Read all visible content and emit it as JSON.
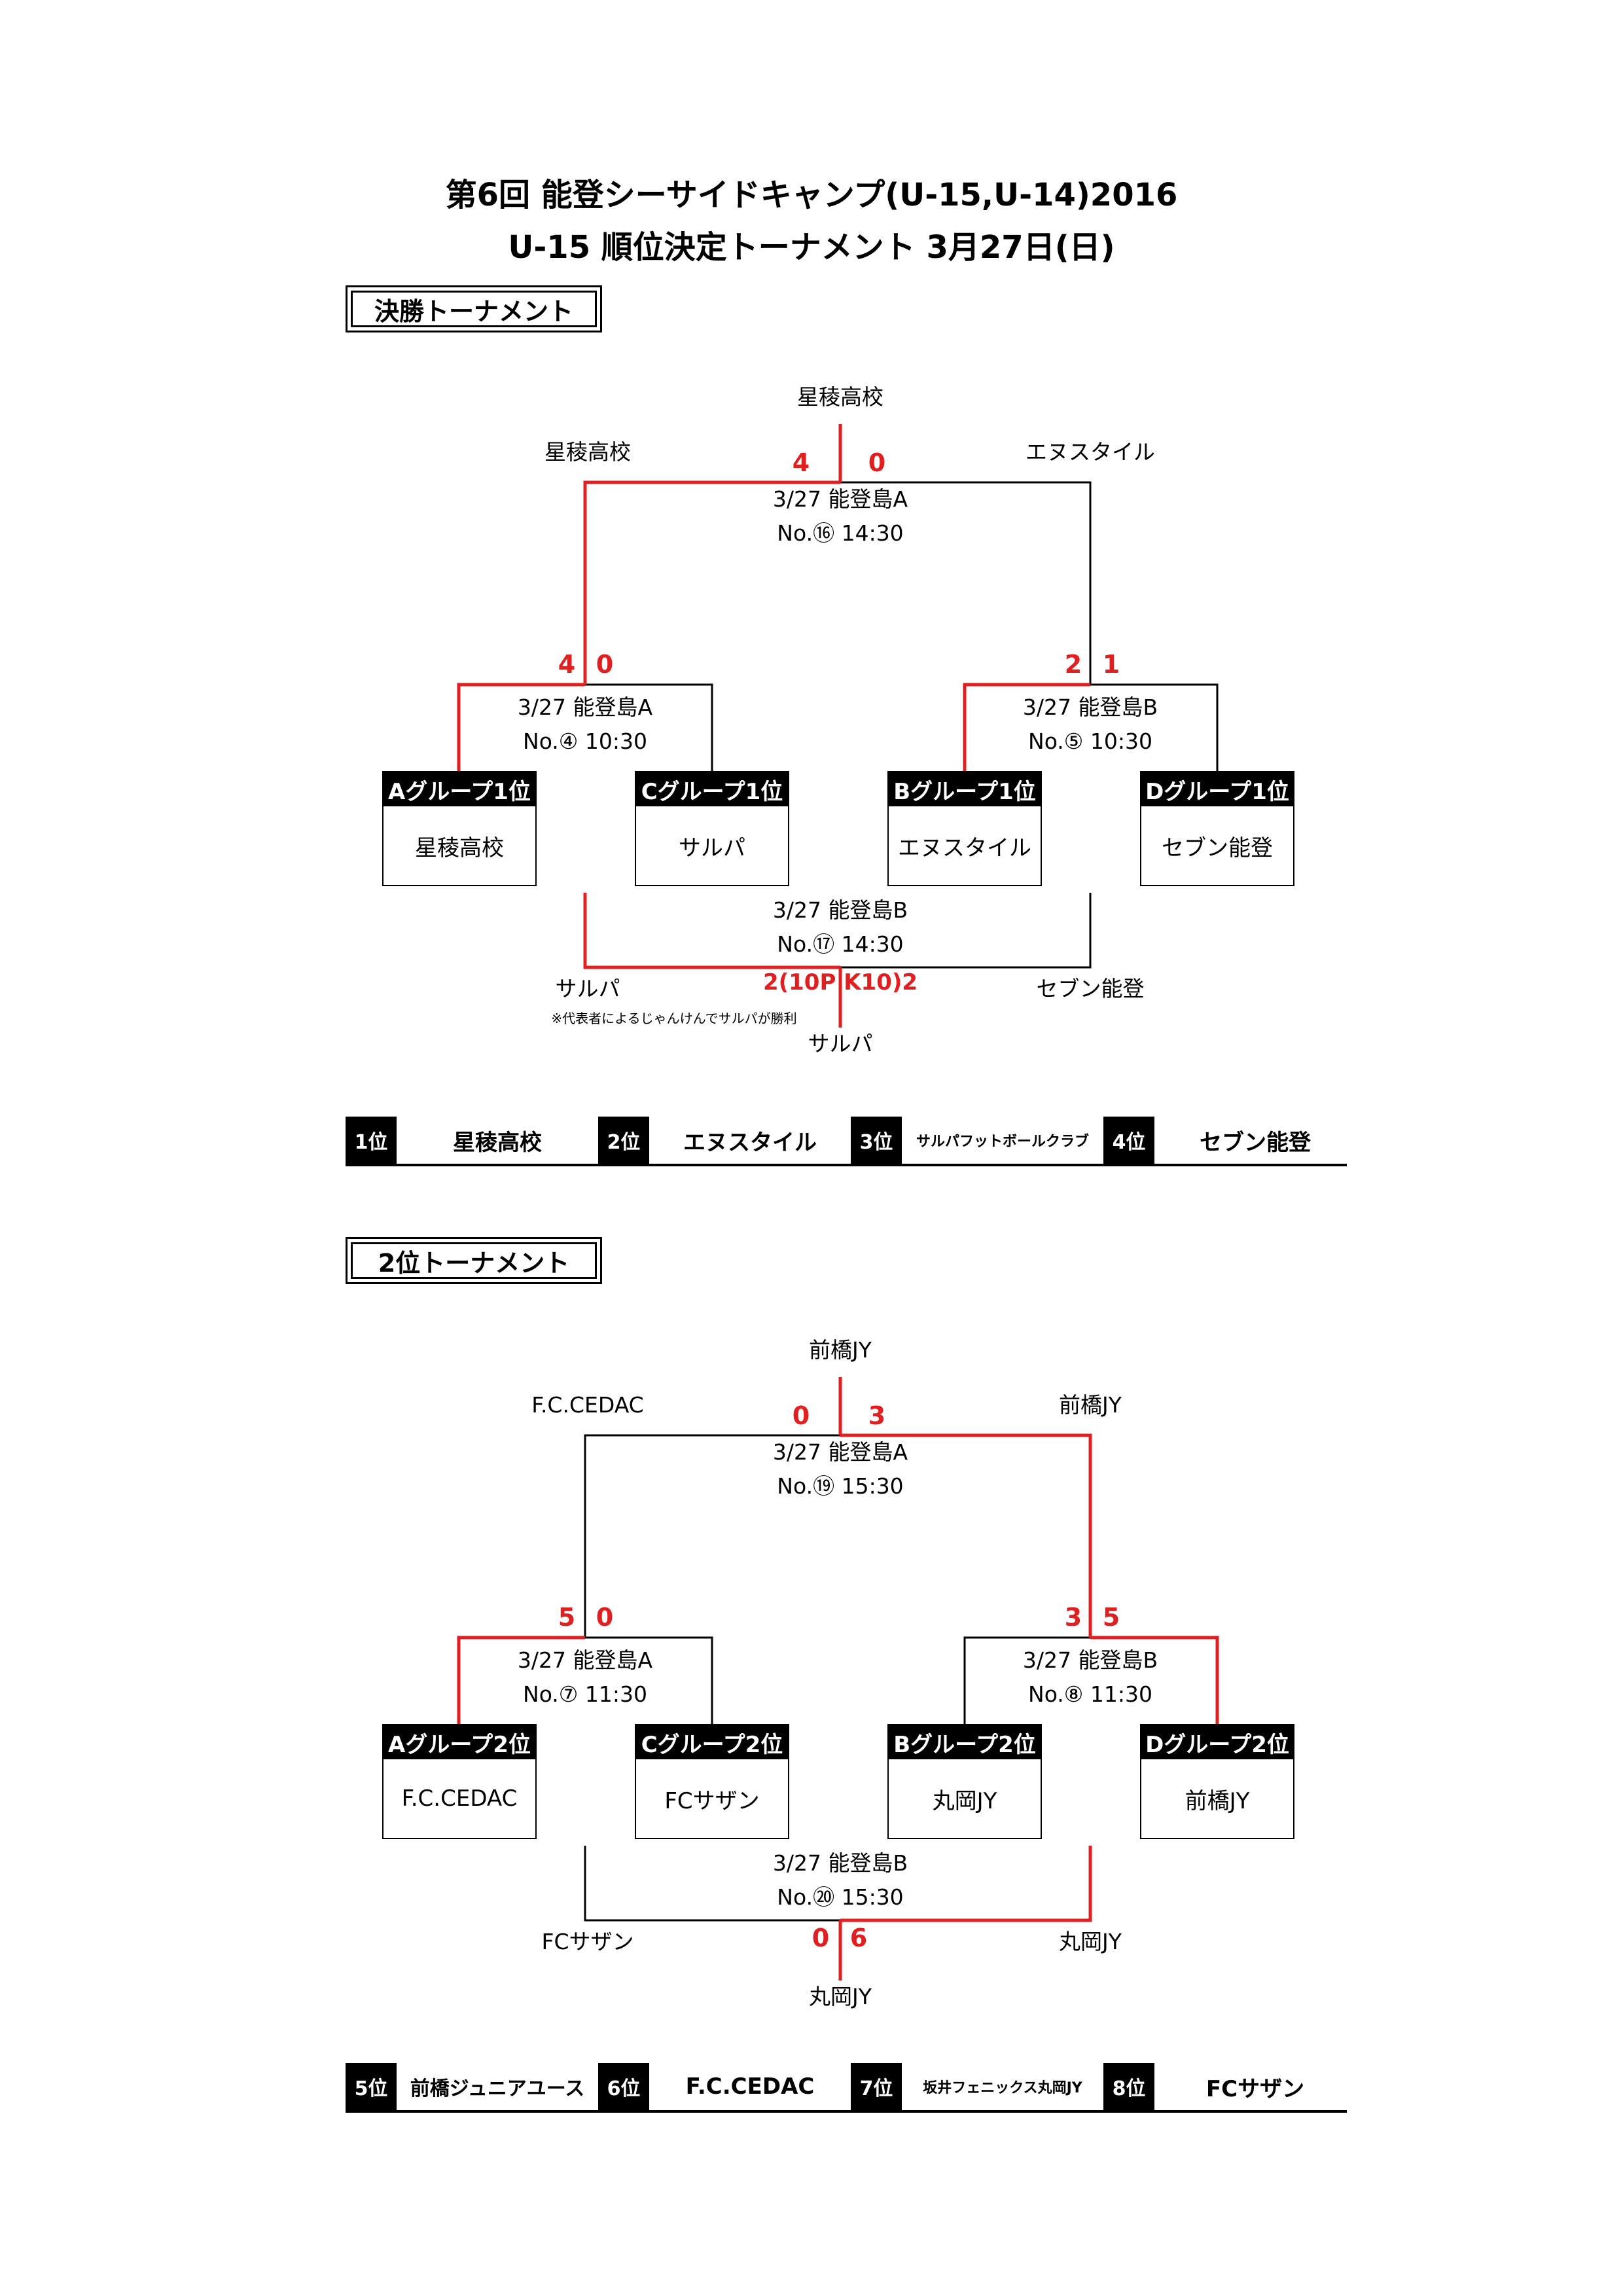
{
  "title_line1": "第6回 能登シーサイドキャンプ(U-15,U-14)2016",
  "title_line2": "U-15 順位決定トーナメント 3月27日(日)",
  "colors": {
    "winner_line": "#e02020",
    "line": "#000000",
    "header_bg": "#000000"
  },
  "final_section": {
    "title": "決勝トーナメント",
    "final": {
      "winner": "星稜高校",
      "left_team": "星稜高校",
      "right_team": "エヌスタイル",
      "left_score": "4",
      "right_score": "0",
      "venue": "3/27 能登島A",
      "match": "No.⑯ 14:30"
    },
    "semi_left": {
      "left_score": "4",
      "right_score": "0",
      "venue": "3/27 能登島A",
      "match": "No.④ 10:30"
    },
    "semi_right": {
      "left_score": "2",
      "right_score": "1",
      "venue": "3/27 能登島B",
      "match": "No.⑤ 10:30"
    },
    "teams": [
      {
        "header": "Aグループ1位",
        "name": "星稜高校"
      },
      {
        "header": "Cグループ1位",
        "name": "サルパ"
      },
      {
        "header": "Bグループ1位",
        "name": "エヌスタイル"
      },
      {
        "header": "Dグループ1位",
        "name": "セブン能登"
      }
    ],
    "third_place": {
      "venue": "3/27 能登島B",
      "match": "No.⑰ 14:30",
      "left_team": "サルパ",
      "right_team": "セブン能登",
      "score": "2(10P K10)2",
      "note": "※代表者によるじゃんけんでサルパが勝利",
      "winner": "サルパ"
    },
    "ranking": [
      {
        "rank": "1位",
        "team": "星稜高校"
      },
      {
        "rank": "2位",
        "team": "エヌスタイル"
      },
      {
        "rank": "3位",
        "team": "サルパフットボールクラブ"
      },
      {
        "rank": "4位",
        "team": "セブン能登"
      }
    ]
  },
  "second_section": {
    "title": "2位トーナメント",
    "final": {
      "winner": "前橋JY",
      "left_team": "F.C.CEDAC",
      "right_team": "前橋JY",
      "left_score": "0",
      "right_score": "3",
      "venue": "3/27 能登島A",
      "match": "No.⑲ 15:30"
    },
    "semi_left": {
      "left_score": "5",
      "right_score": "0",
      "venue": "3/27 能登島A",
      "match": "No.⑦ 11:30"
    },
    "semi_right": {
      "left_score": "3",
      "right_score": "5",
      "venue": "3/27 能登島B",
      "match": "No.⑧ 11:30"
    },
    "teams": [
      {
        "header": "Aグループ2位",
        "name": "F.C.CEDAC"
      },
      {
        "header": "Cグループ2位",
        "name": "FCサザン"
      },
      {
        "header": "Bグループ2位",
        "name": "丸岡JY"
      },
      {
        "header": "Dグループ2位",
        "name": "前橋JY"
      }
    ],
    "third_place": {
      "venue": "3/27 能登島B",
      "match": "No.⑳ 15:30",
      "left_team": "FCサザン",
      "right_team": "丸岡JY",
      "left_score": "0",
      "right_score": "6",
      "winner": "丸岡JY"
    },
    "ranking": [
      {
        "rank": "5位",
        "team": "前橋ジュニアユース"
      },
      {
        "rank": "6位",
        "team": "F.C.CEDAC"
      },
      {
        "rank": "7位",
        "team": "坂井フェニックス丸岡JY"
      },
      {
        "rank": "8位",
        "team": "FCサザン"
      }
    ]
  }
}
